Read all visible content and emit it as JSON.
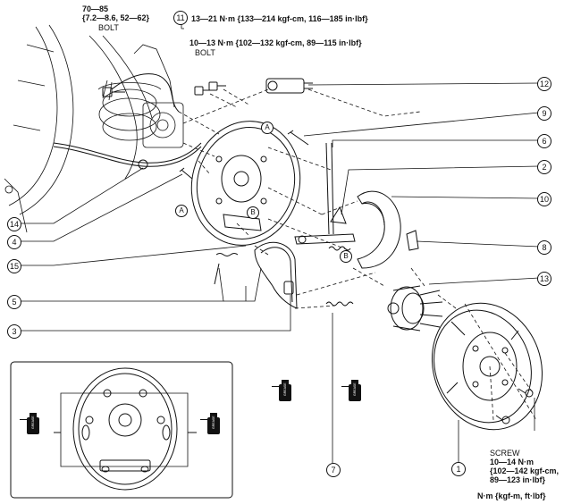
{
  "torque_top_left": {
    "line1": "70—85",
    "line2": "{7.2—8.6, 52—62}",
    "part": "BOLT"
  },
  "torque_top_center": {
    "callout": "11",
    "spec": "13—21 N·m {133—214 kgf-cm, 116—185 in·lbf}"
  },
  "torque_mid_center": {
    "spec": "10—13 N·m {102—132 kgf-cm, 89—115 in·lbf}",
    "part": "BOLT"
  },
  "torque_screw": {
    "part": "SCREW",
    "line1": "10—14 N·m",
    "line2": "{102—142 kgf-cm,",
    "line3": "89—123 in·lbf}"
  },
  "unit_legend": "N·m {kgf-m, ft·lbf}",
  "grease_label": "GREASE",
  "callouts": [
    "1",
    "2",
    "3",
    "4",
    "5",
    "6",
    "7",
    "8",
    "9",
    "10",
    "12",
    "13",
    "14",
    "15"
  ],
  "letters": [
    "A",
    "A",
    "B",
    "B"
  ],
  "colors": {
    "ink": "#111111",
    "background": "#ffffff"
  }
}
